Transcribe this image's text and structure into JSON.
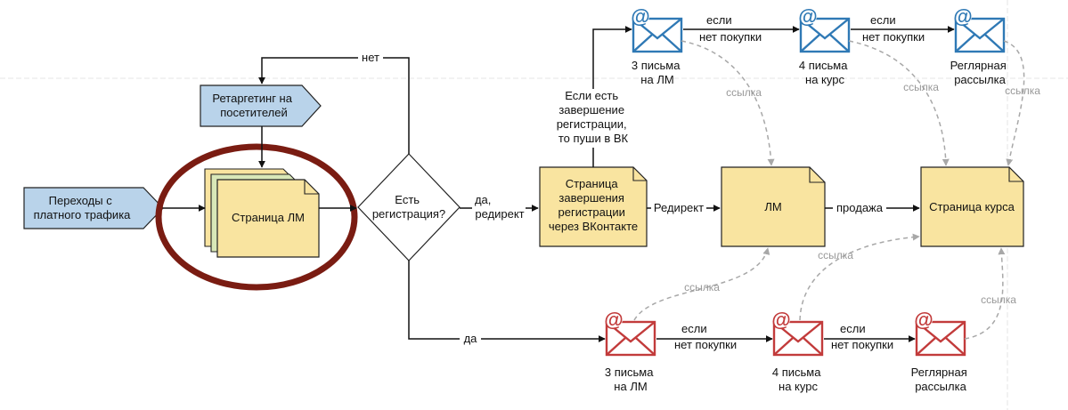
{
  "colors": {
    "note_fill": "#f9e4a0",
    "note_stroke": "#222222",
    "note_back_fill": "#d9e8b8",
    "source_fill": "#b9d3ea",
    "email_blue": "#2f79b5",
    "email_red": "#c23b3b",
    "highlight_ring": "#7a1c12",
    "edge": "#111111",
    "dashed_edge": "#a8a8a8"
  },
  "nodes": {
    "paid_traffic": [
      "Переходы с",
      "платного трафика"
    ],
    "retargeting": [
      "Ретаргетинг на",
      "посетителей"
    ],
    "lm_page": [
      "Страница ЛМ"
    ],
    "registered_question": [
      "Есть",
      "регистрация?"
    ],
    "reg_complete_page": [
      "Страница",
      "завершения",
      "регистрации",
      "через ВКонтакте"
    ],
    "lm": [
      "ЛМ"
    ],
    "course_page": [
      "Страница курса"
    ]
  },
  "emails_top": [
    {
      "icon": "email-blue-icon",
      "label": [
        "3 письма",
        "на ЛМ"
      ]
    },
    {
      "icon": "email-blue-icon",
      "label": [
        "4 письма",
        "на курс"
      ]
    },
    {
      "icon": "email-blue-icon",
      "label": [
        "Реглярная",
        "рассылка"
      ]
    }
  ],
  "emails_bottom": [
    {
      "icon": "email-red-icon",
      "label": [
        "3 письма",
        "на ЛМ"
      ]
    },
    {
      "icon": "email-red-icon",
      "label": [
        "4 письма",
        "на курс"
      ]
    },
    {
      "icon": "email-red-icon",
      "label": [
        "Реглярная",
        "рассылка"
      ]
    }
  ],
  "edge_labels": {
    "no": "нет",
    "yes": "да",
    "yes_redirect": [
      "да,",
      "редирект"
    ],
    "redirect": "Редирект",
    "sale": "продажа",
    "push_note": [
      "Если есть",
      "завершение",
      "регистрации,",
      "то пуши в ВК"
    ],
    "no_purchase": [
      "если",
      "нет покупки"
    ],
    "link": "ссылка"
  }
}
